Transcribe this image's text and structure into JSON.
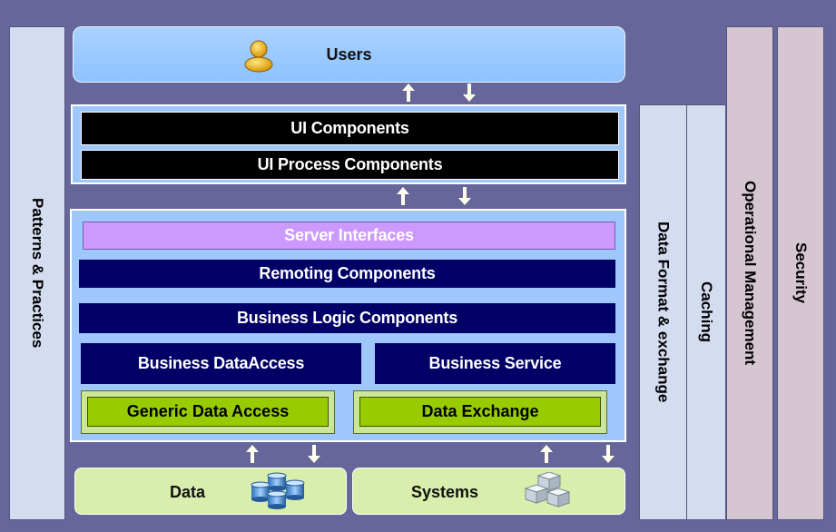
{
  "left_sidebar": {
    "label": "Patterns & Practices"
  },
  "right_columns": {
    "data_format": "Data Format & exchange",
    "caching": "Caching",
    "operational": "Operational Management",
    "security": "Security"
  },
  "users": {
    "label": "Users",
    "icon": "user-icon"
  },
  "ui_layer": {
    "components": "UI Components",
    "process_components": "UI Process Components"
  },
  "business_layer": {
    "server_interfaces": "Server Interfaces",
    "remoting": "Remoting Components",
    "logic": "Business Logic Components",
    "data_access": "Business DataAccess",
    "service": "Business Service",
    "generic_data_access": "Generic Data Access",
    "data_exchange": "Data Exchange"
  },
  "bottom": {
    "data": {
      "label": "Data",
      "icon": "database-icon"
    },
    "systems": {
      "label": "Systems",
      "icon": "server-cubes-icon"
    }
  },
  "colors": {
    "background": "#66669a",
    "panel": "#9ec8fb",
    "navy": "#000066",
    "lavender": "#cc99ff",
    "green": "#99cc00",
    "pale_green": "#d9eeac"
  }
}
